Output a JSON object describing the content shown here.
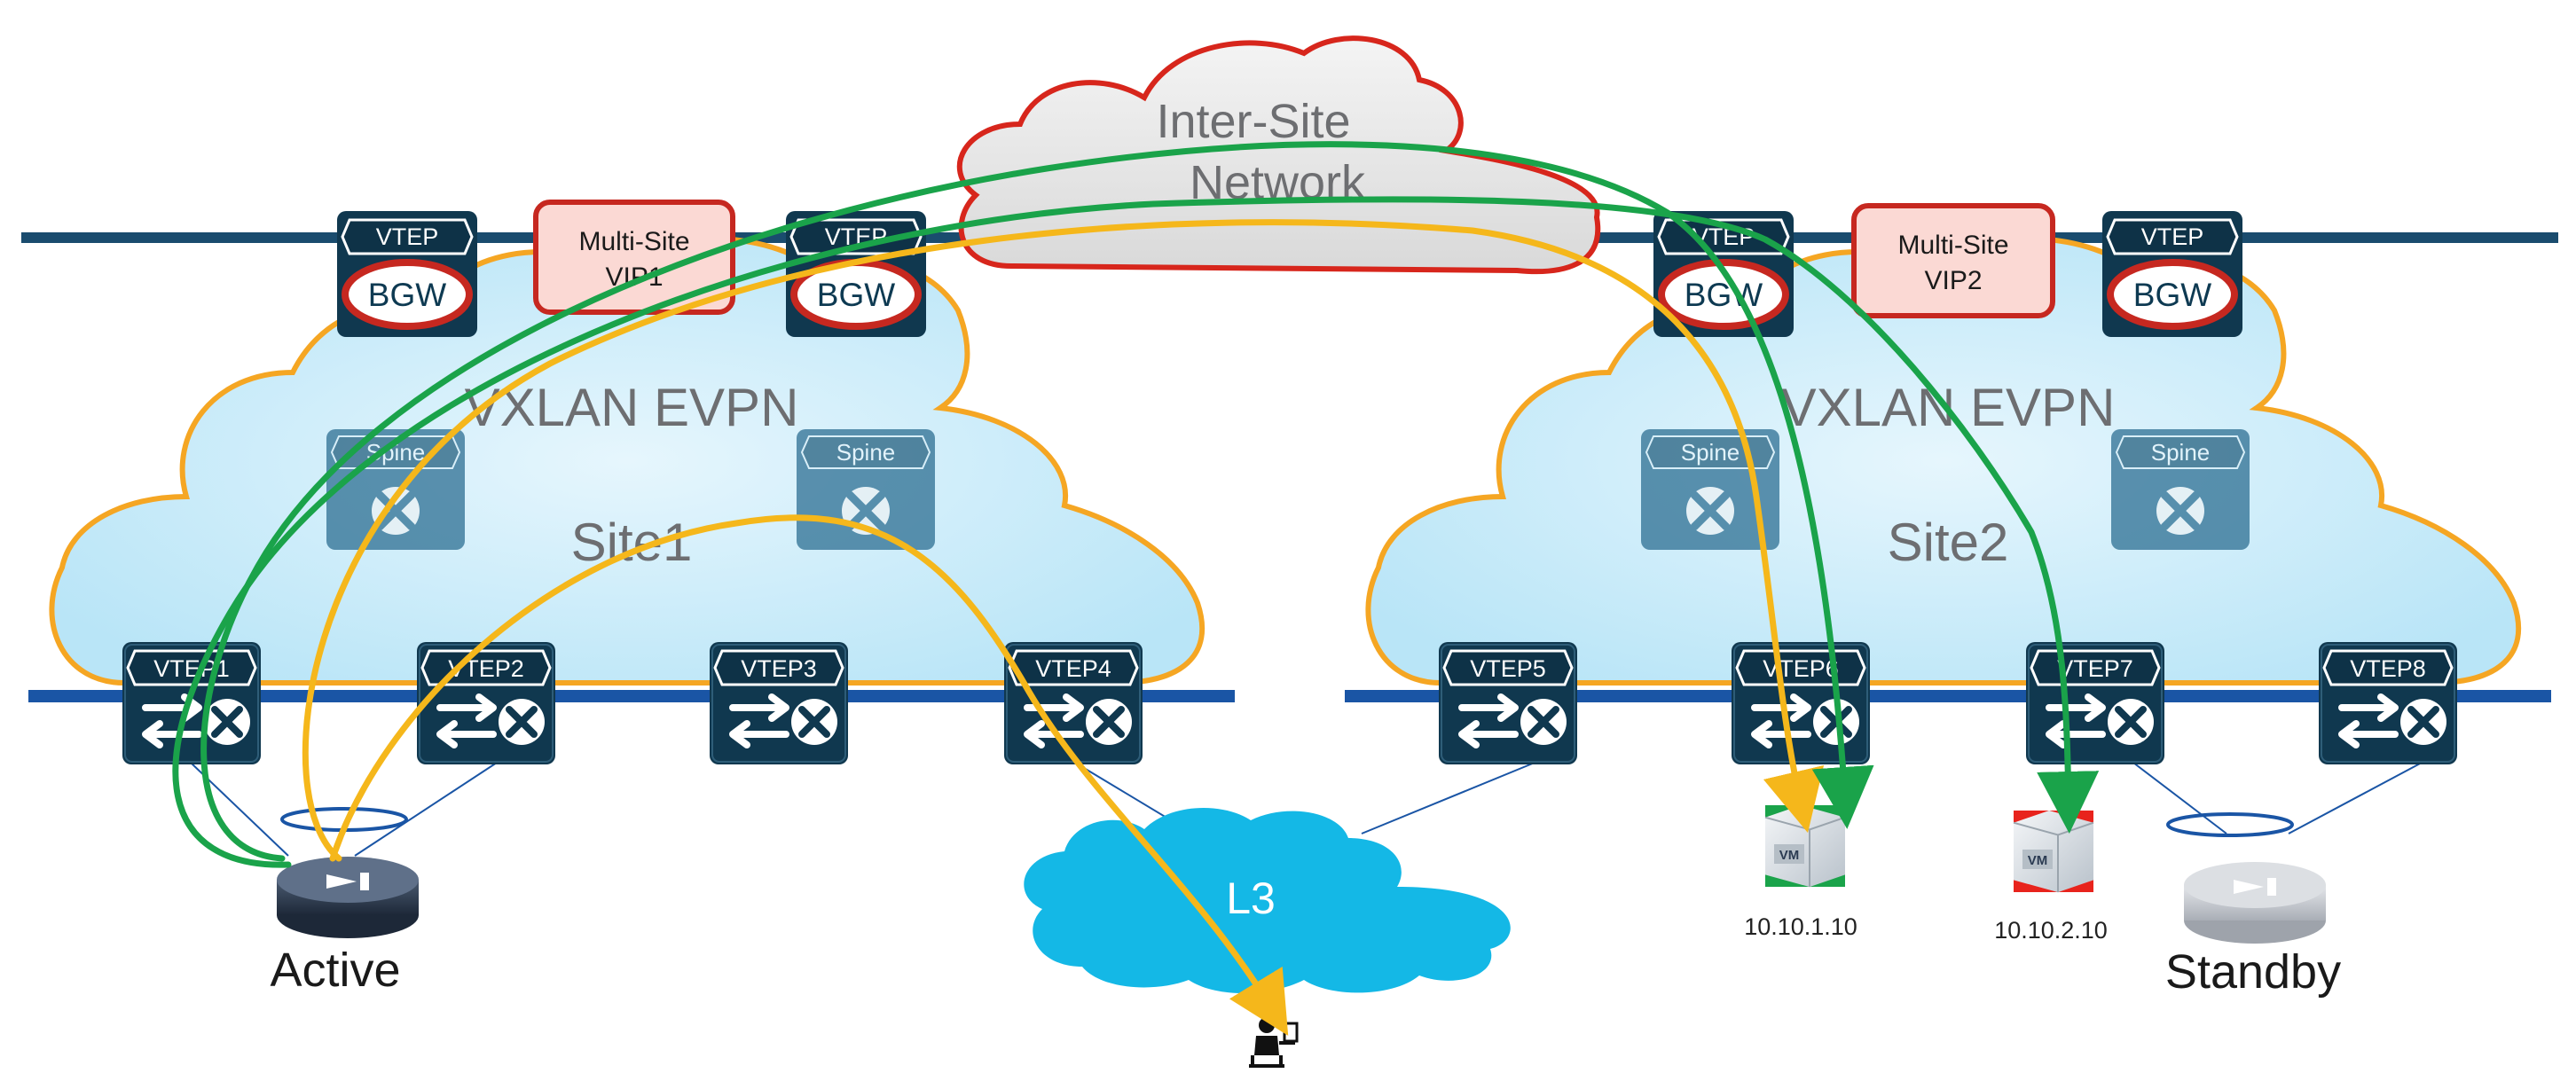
{
  "inter_site": {
    "line1": "Inter-Site",
    "line2": "Network"
  },
  "sites": [
    {
      "fabric": "VXLAN EVPN",
      "name": "Site1"
    },
    {
      "fabric": "VXLAN EVPN",
      "name": "Site2"
    }
  ],
  "bgw": {
    "tag": "VTEP",
    "label": "BGW"
  },
  "vips": [
    {
      "line1": "Multi-Site",
      "line2": "VIP1"
    },
    {
      "line1": "Multi-Site",
      "line2": "VIP2"
    }
  ],
  "spine_label": "Spine",
  "leafs": [
    "VTEP1",
    "VTEP2",
    "VTEP3",
    "VTEP4",
    "VTEP5",
    "VTEP6",
    "VTEP7",
    "VTEP8"
  ],
  "l3_label": "L3",
  "vms": [
    {
      "badge": "VM",
      "ip": "10.10.1.10",
      "status_color": "#1aa34a"
    },
    {
      "badge": "VM",
      "ip": "10.10.2.10",
      "status_color": "#e8231c"
    }
  ],
  "routers": {
    "active": "Active",
    "standby": "Standby"
  },
  "colors": {
    "green_path": "#1aa34a",
    "yellow_path": "#f5b71b",
    "device_dark": "#10384f",
    "cloud_fill": "#c6eaf9",
    "cloud_border": "#f5a623",
    "intersite_border": "#d7261c",
    "l3_cloud": "#14b8e6"
  }
}
